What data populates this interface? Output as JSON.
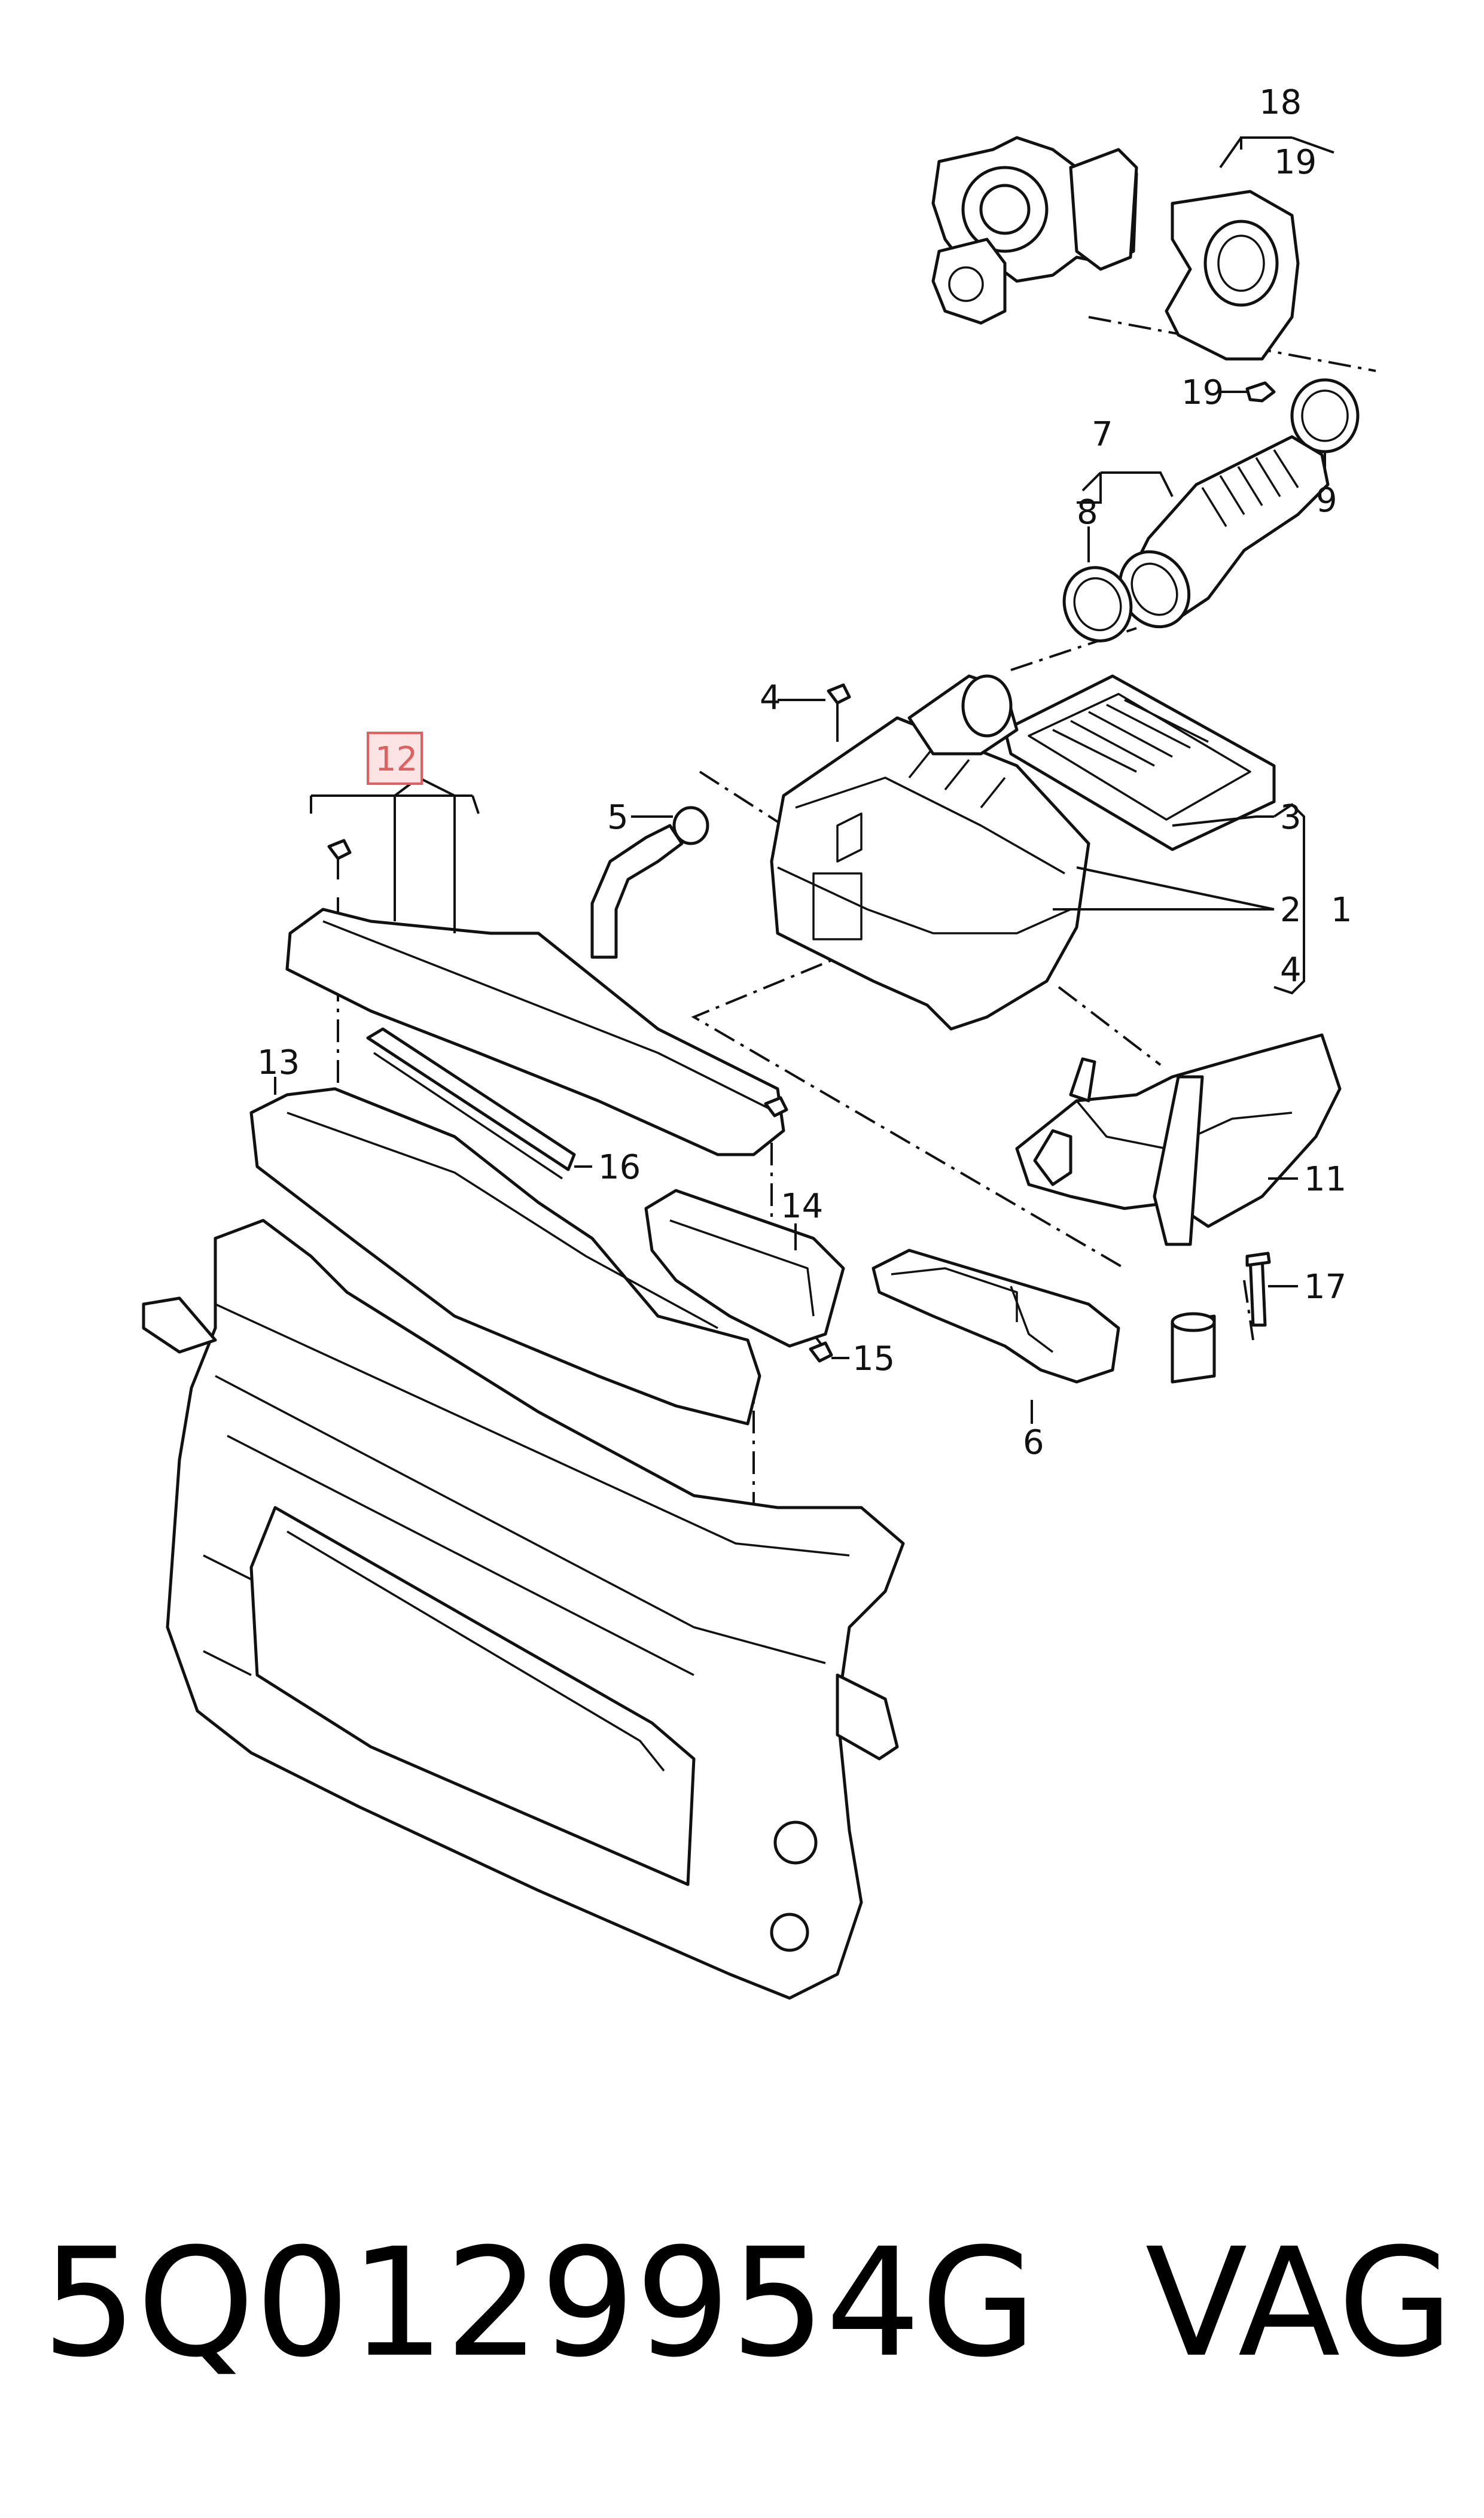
{
  "diagram": {
    "highlight_color": "#e06060",
    "callouts": [
      {
        "id": "c1",
        "label": "1"
      },
      {
        "id": "c2",
        "label": "2"
      },
      {
        "id": "c3",
        "label": "3"
      },
      {
        "id": "c4a",
        "label": "4"
      },
      {
        "id": "c4b",
        "label": "4"
      },
      {
        "id": "c5",
        "label": "5"
      },
      {
        "id": "c6",
        "label": "6"
      },
      {
        "id": "c7",
        "label": "7"
      },
      {
        "id": "c8",
        "label": "8"
      },
      {
        "id": "c9",
        "label": "9"
      },
      {
        "id": "c11",
        "label": "11"
      },
      {
        "id": "c12",
        "label": "12",
        "highlighted": true
      },
      {
        "id": "c13",
        "label": "13"
      },
      {
        "id": "c14",
        "label": "14"
      },
      {
        "id": "c15",
        "label": "15"
      },
      {
        "id": "c16",
        "label": "16"
      },
      {
        "id": "c17",
        "label": "17"
      },
      {
        "id": "c18",
        "label": "18"
      },
      {
        "id": "c19a",
        "label": "19"
      },
      {
        "id": "c19b",
        "label": "19"
      }
    ]
  },
  "footer": {
    "part_number": "5Q0129954G",
    "brand": "VAG"
  }
}
